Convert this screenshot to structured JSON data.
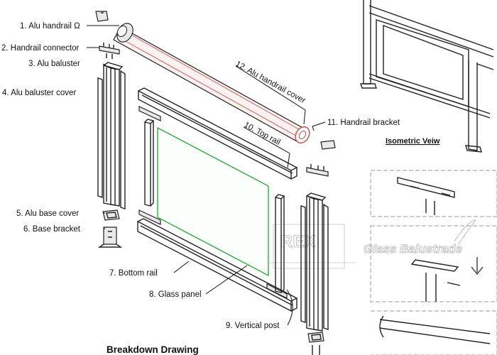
{
  "labels": {
    "l1": "1. Alu handrail Ω",
    "l2": "2. Handrail connector",
    "l3": "3. Alu baluster",
    "l4": "4. Alu  baluster cover",
    "l5": "5. Alu base cover",
    "l6": "6. Base bracket",
    "l7": "7. Bottom rail",
    "l8": "8. Glass panel",
    "l9": "9. Vertical post",
    "l10": "10. Top rail",
    "l11": "11. Handrail bracket",
    "l12": "12. Alu handrail cover"
  },
  "title": "Breakdown Drawing",
  "iso_title": "Isometric Veiw",
  "watermark": {
    "logo": "REX",
    "text": "Glass Balustrade"
  }
}
